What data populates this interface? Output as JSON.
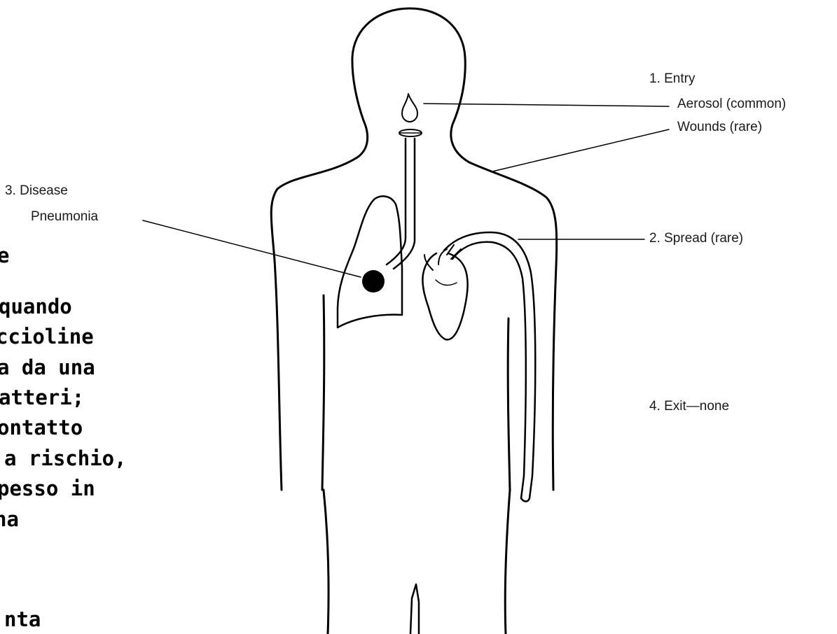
{
  "labels": {
    "entry_title": "1. Entry",
    "entry_aerosol": "Aerosol (common)",
    "entry_wounds": "Wounds (rare)",
    "spread": "2. Spread (rare)",
    "disease_title": "3. Disease",
    "disease_name": "Pneumonia",
    "exit": "4. Exit—none"
  },
  "text_fragment": {
    "lines": [
      "e",
      "quando",
      "ccioline",
      "a da una",
      "atteri;",
      "ontatto",
      "a rischio,",
      "pesso in",
      "na",
      "nta"
    ]
  }
}
